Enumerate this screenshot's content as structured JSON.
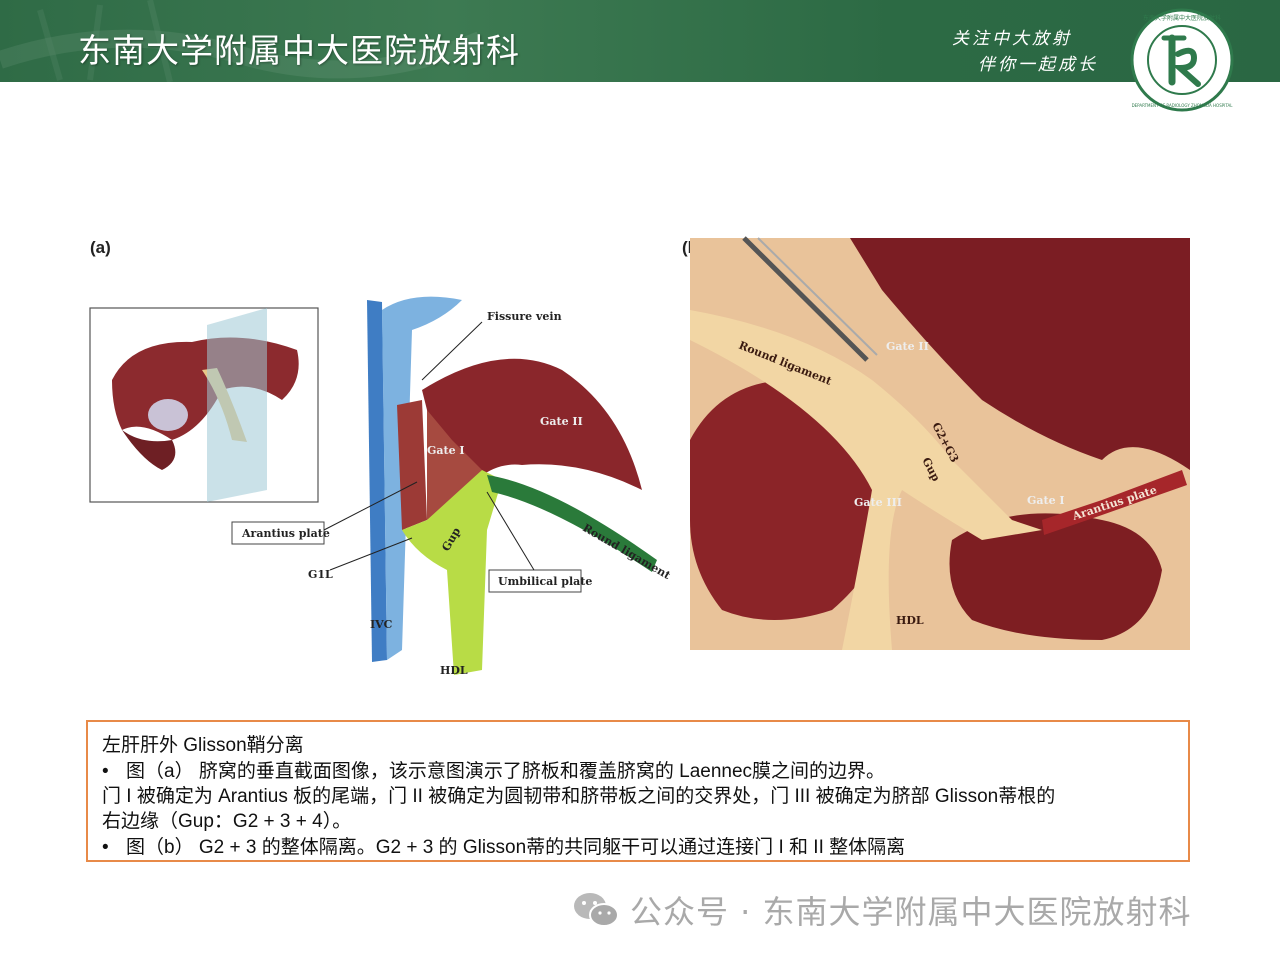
{
  "header": {
    "title": "东南大学附属中大医院放射科",
    "slogan_line1": "关注中大放射",
    "slogan_line2": "伴你一起成长",
    "logo_ring_text": "东南大学附属中大医院放射科",
    "logo_ring_text_en": "DEPARTMENT OF RADIOLOGY ZHONGDA HOSPITAL"
  },
  "figure": {
    "panel_a": {
      "label": "(a)",
      "labels": {
        "fissure_vein": "Fissure vein",
        "gate_ii": "Gate II",
        "gate_i": "Gate I",
        "round_ligament": "Round ligament",
        "arantius_plate": "Arantius plate",
        "gup": "Gup",
        "g1l": "G1L",
        "umbilical_plate": "Umbilical plate",
        "ivc": "IVC",
        "hdl": "HDL"
      }
    },
    "panel_b": {
      "label": "(b)",
      "labels": {
        "round_ligament": "Round ligament",
        "gate_ii": "Gate II",
        "g2g3": "G2+G3",
        "gup": "Gup",
        "gate_iii": "Gate III",
        "gate_i": "Gate I",
        "arantius_plate": "Arantius plate",
        "hdl": "HDL"
      }
    }
  },
  "caption": {
    "line1": "左肝肝外 Glisson鞘分离",
    "line2": "图（a） 脐窝的垂直截面图像，该示意图演示了脐板和覆盖脐窝的 Laennec膜之间的边界。",
    "line3": "门 I 被确定为 Arantius 板的尾端，门 II 被确定为圆韧带和脐带板之间的交界处，门 III 被确定为脐部 Glisson蒂根的",
    "line4": "右边缘（Gup：G2 + 3 + 4）。",
    "line5": "图（b） G2 + 3 的整体隔离。G2 + 3 的 Glisson蒂的共同躯干可以通过连接门 I 和 II 整体隔离",
    "bullet": "•"
  },
  "watermark": {
    "text": "公众号 · 东南大学附属中大医院放射科",
    "icon": "wechat-icon"
  }
}
